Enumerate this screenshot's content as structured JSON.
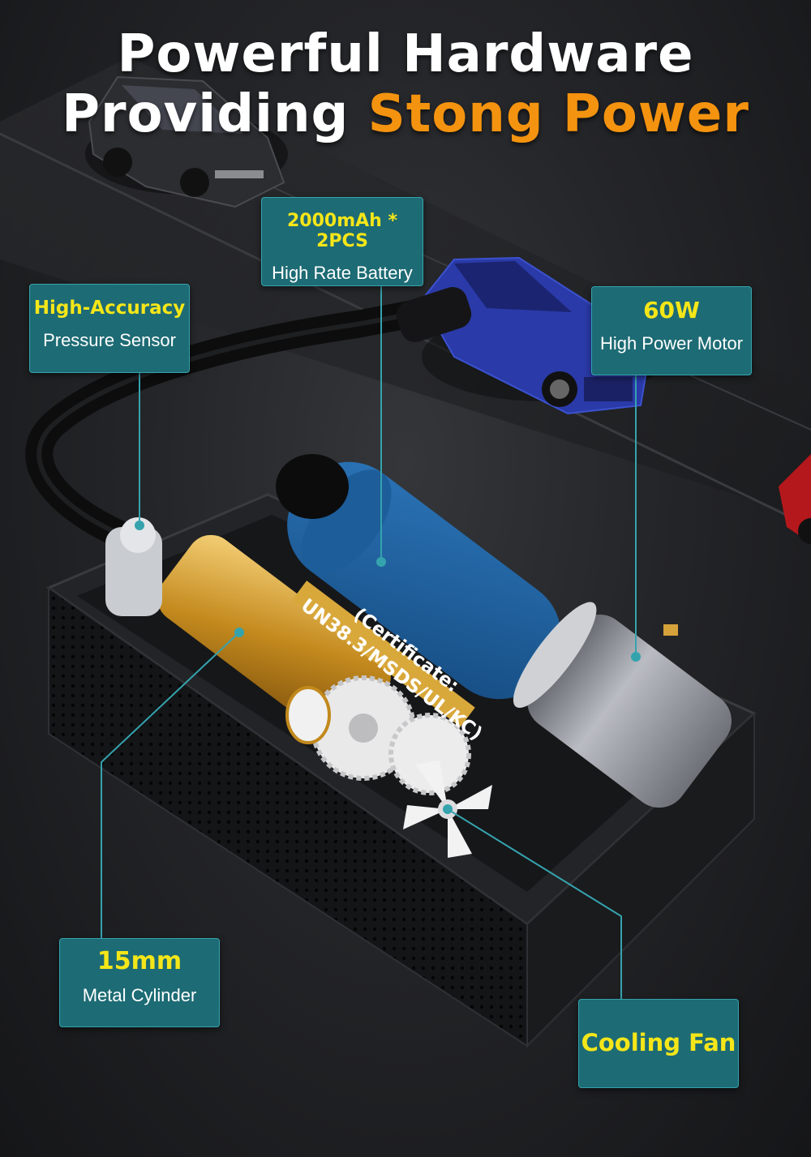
{
  "title": {
    "line1": "Powerful Hardware",
    "line2_prefix": "Providing",
    "line2_highlight": "Stong Power"
  },
  "callouts": {
    "battery": {
      "heading": "2000mAh * 2PCS",
      "text": "High Rate Battery"
    },
    "sensor": {
      "heading": "High-Accuracy",
      "text": "Pressure Sensor"
    },
    "motor": {
      "heading": "60W",
      "text": "High Power Motor"
    },
    "cylinder": {
      "heading": "15mm",
      "text": "Metal Cylinder"
    },
    "fan": {
      "heading": "Cooling Fan"
    }
  },
  "battery_label": {
    "line1": "(Certificate:",
    "line2": "UN38.3/MSDS/UL/KC)"
  },
  "colors": {
    "accent": "#f4930f",
    "callout_bg": "#1d6b74",
    "callout_heading": "#f5e619",
    "leader": "#35a3ae"
  }
}
